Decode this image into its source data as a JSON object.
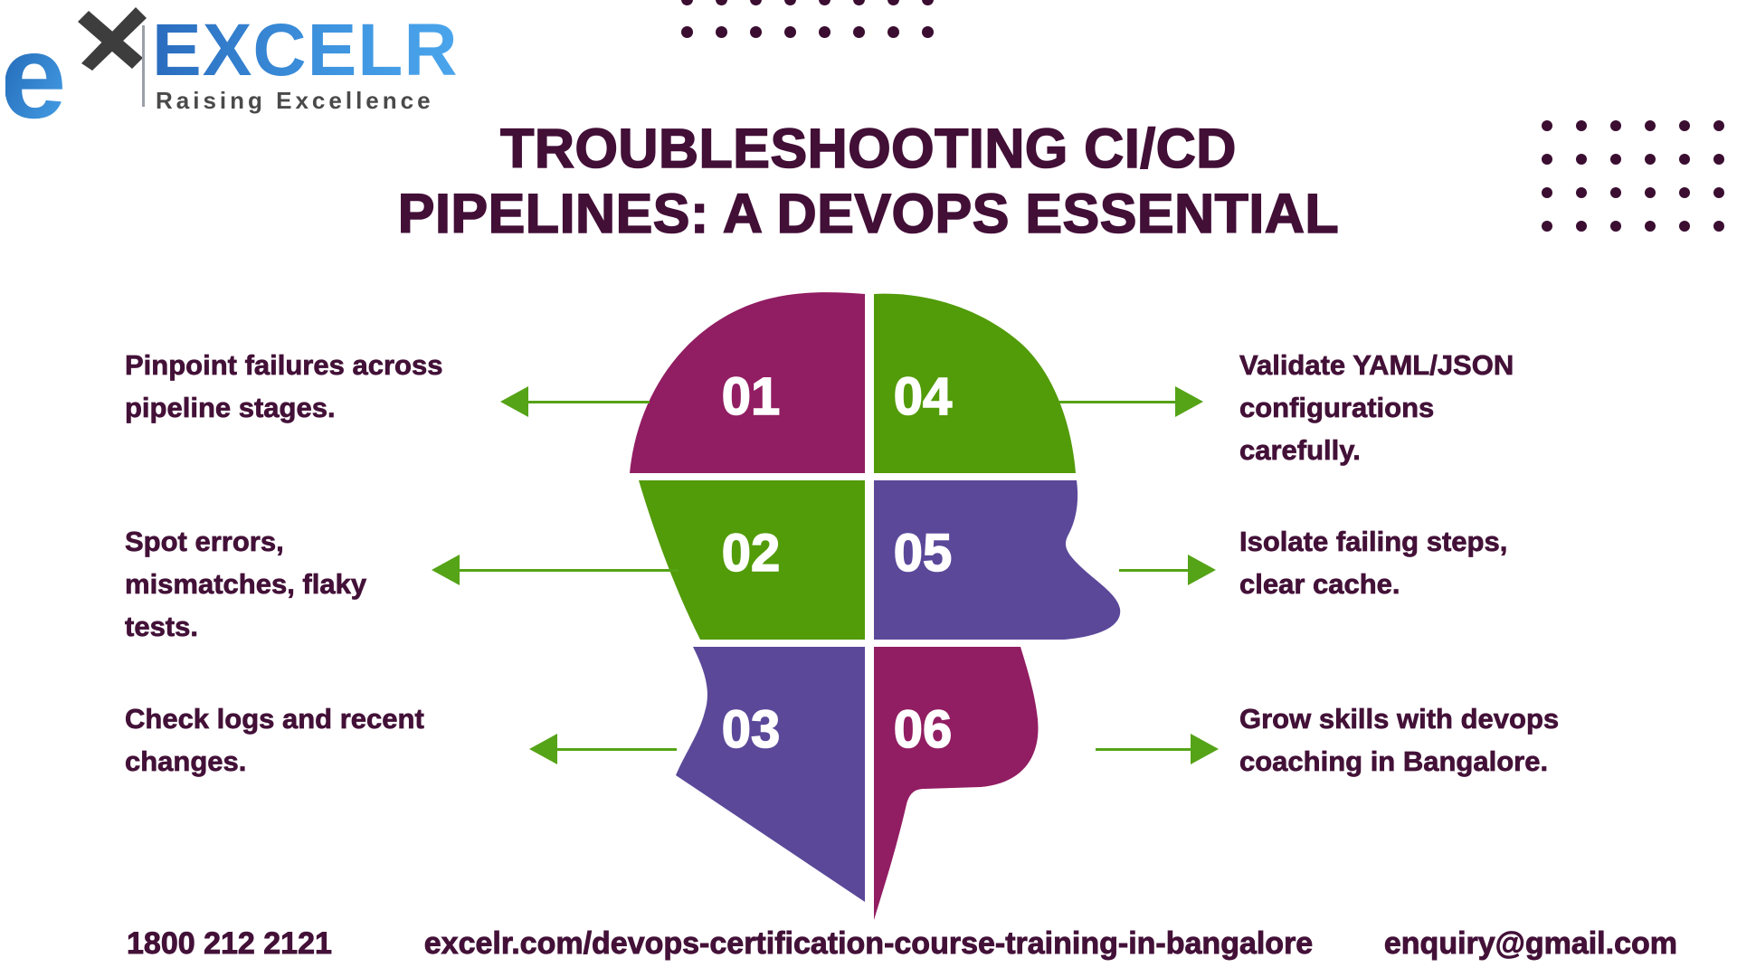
{
  "brand": {
    "name": "EXCELR",
    "tagline": "Raising Excellence",
    "logo_blue_dark": "#2a6cbe",
    "logo_blue_light": "#4aa5ec",
    "logo_x_color": "#3d3d3d"
  },
  "title": {
    "line1": "TROUBLESHOOTING CI/CD",
    "line2": "PIPELINES: A DEVOPS ESSENTIAL"
  },
  "items": [
    {
      "number": "01",
      "side": "left",
      "text": "Pinpoint failures across pipeline stages.",
      "lines": [
        "Pinpoint failures across",
        "pipeline stages."
      ]
    },
    {
      "number": "02",
      "side": "left",
      "text": "Spot errors, mismatches, flaky tests.",
      "lines": [
        "Spot errors,",
        "mismatches, flaky",
        "tests."
      ]
    },
    {
      "number": "03",
      "side": "left",
      "text": "Check logs and recent changes.",
      "lines": [
        "Check logs and recent",
        "changes."
      ]
    },
    {
      "number": "04",
      "side": "right",
      "text": "Validate YAML/JSON configurations carefully.",
      "lines": [
        "Validate YAML/JSON",
        "configurations",
        "carefully."
      ]
    },
    {
      "number": "05",
      "side": "right",
      "text": "Isolate failing steps, clear cache.",
      "lines": [
        "Isolate failing steps,",
        "clear cache."
      ]
    },
    {
      "number": "06",
      "side": "right",
      "text": "Grow skills with devops coaching in Bangalore.",
      "lines": [
        "Grow skills with devops",
        "coaching in Bangalore."
      ]
    }
  ],
  "colors": {
    "maroon": "#911d62",
    "green": "#529b09",
    "purple": "#5b4899",
    "arrow_green": "#55a317",
    "text_dark": "#431138",
    "title_dark": "#420f37",
    "dot": "#3a0d31"
  },
  "decor": {
    "top_dots": {
      "rows": 2,
      "cols": 8,
      "color": "#3a0d31"
    },
    "side_dots": {
      "rows": 4,
      "cols": 6,
      "color": "#3a0d31"
    }
  },
  "footer": {
    "phone": "1800 212 2121",
    "website": "excelr.com/devops-certification-course-training-in-bangalore",
    "email": "enquiry@gmail.com"
  }
}
